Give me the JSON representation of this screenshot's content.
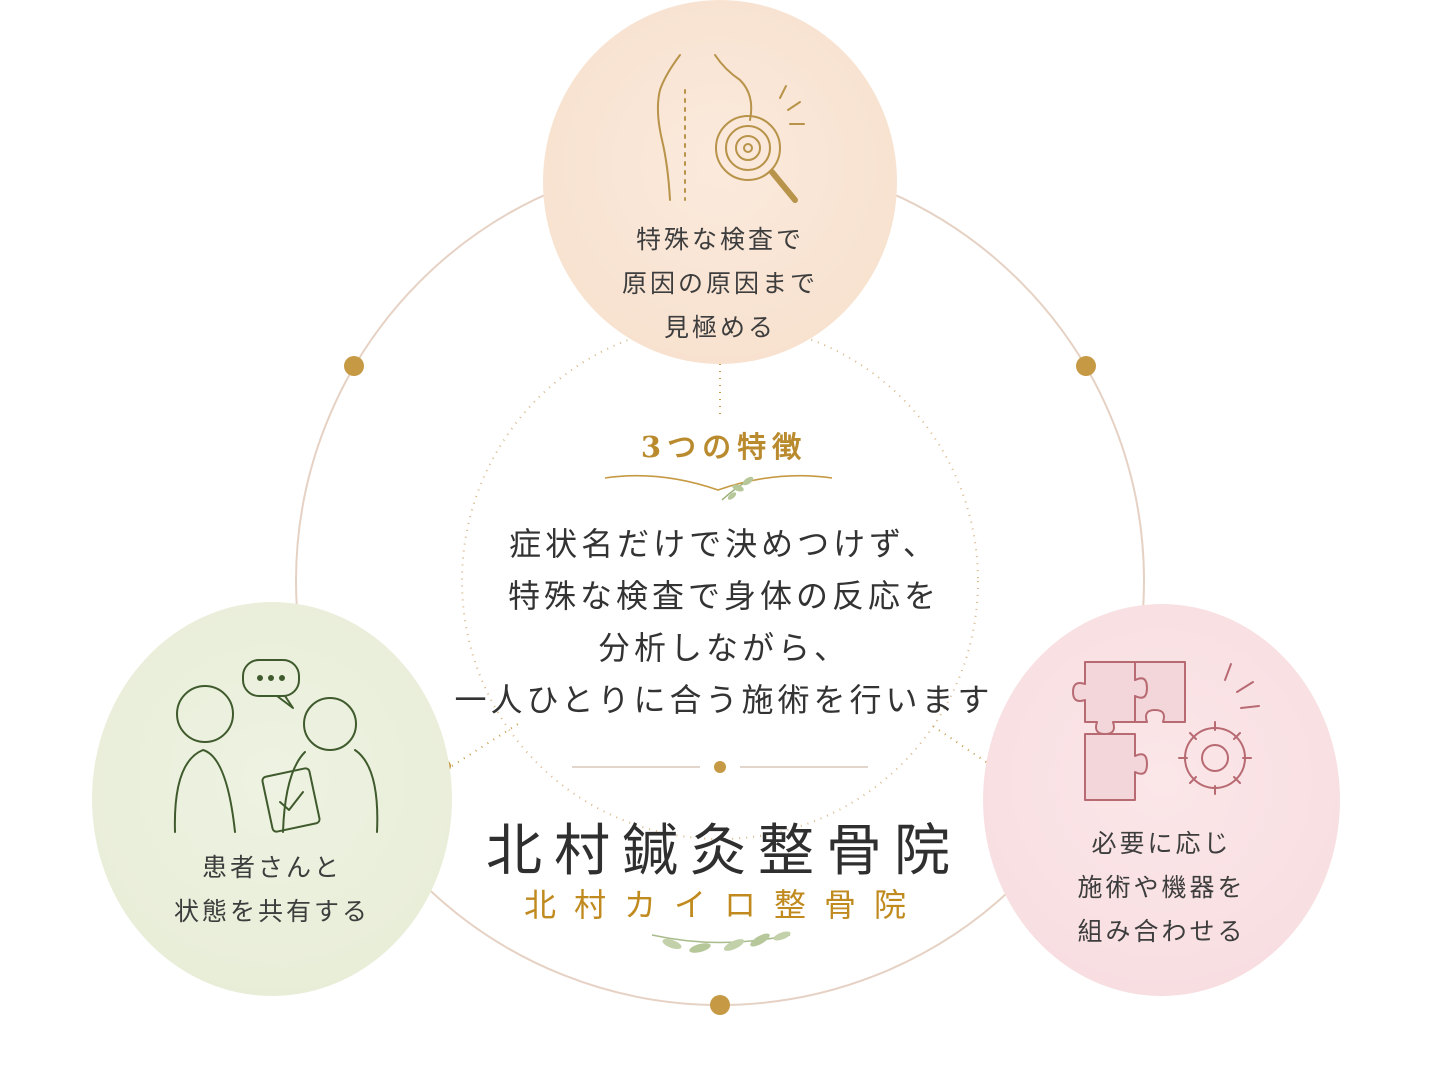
{
  "heading": "3つの特徴",
  "message": {
    "lines": [
      "症状名だけで決めつけず、",
      "特殊な検査で身体の反応を",
      "分析しながら、",
      "一人ひとりに合う施術を行います"
    ]
  },
  "features": [
    {
      "id": "inspection",
      "lines": [
        "特殊な検査で",
        "原因の原因まで",
        "見極める"
      ],
      "icon": "back-inspection-icon",
      "color": "#f8e2d0"
    },
    {
      "id": "share",
      "lines": [
        "患者さんと",
        "状態を共有する"
      ],
      "icon": "consultation-icon",
      "color": "#e9eed9"
    },
    {
      "id": "combine",
      "lines": [
        "必要に応じ",
        "施術や機器を",
        "組み合わせる"
      ],
      "icon": "puzzle-gear-icon",
      "color": "#f8dfe2"
    }
  ],
  "logo": {
    "main": "北村鍼灸整骨院",
    "sub": "北村カイロ整骨院"
  },
  "colors": {
    "accent_gold": "#b98a2e",
    "ring": "#e6d2c4",
    "dot": "#c69a45",
    "leaf": "#9cb07a",
    "icon_line_top": "#b8934a",
    "icon_line_left": "#3f5a2c",
    "icon_line_right": "#b86a72"
  }
}
